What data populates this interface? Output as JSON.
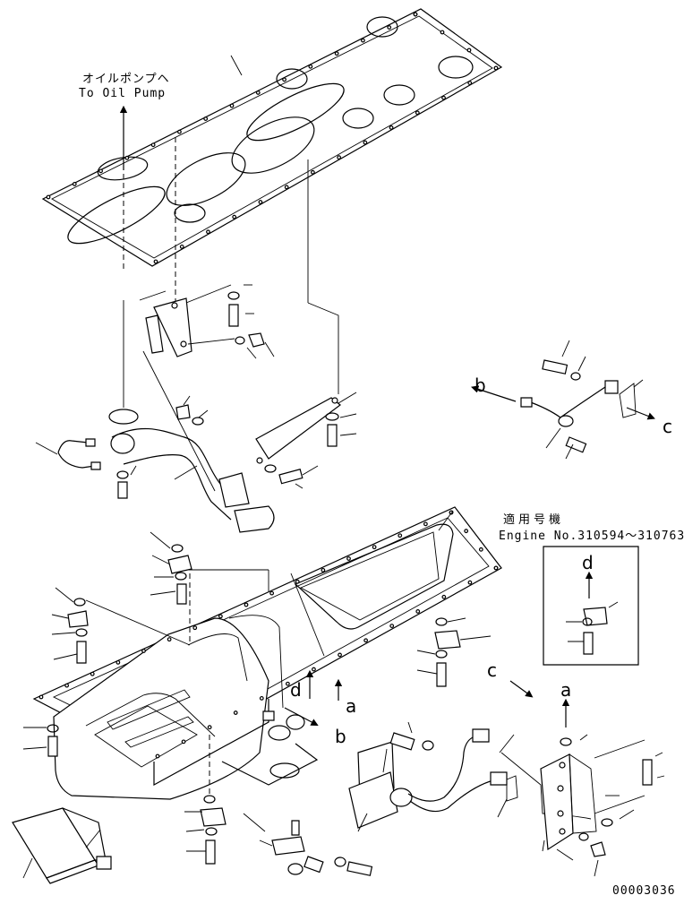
{
  "notes": {
    "oil_pump_jp": "オイルポンプヘ",
    "oil_pump_en": "To Oil Pump",
    "applicable_jp": "適用号機",
    "engine_range": "Engine No.310594～310763"
  },
  "callouts": {
    "a_main": "a",
    "b_main": "b",
    "d_main": "d",
    "a_bracket": "a",
    "b_harness": "b",
    "c_harness": "c",
    "c_bracket": "c",
    "d_inset": "d"
  },
  "drawing_number": "00003036"
}
